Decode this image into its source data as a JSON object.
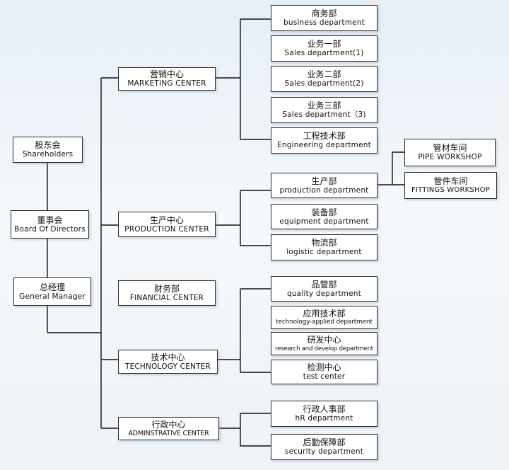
{
  "nodes": {
    "shareholders": {
      "zh": "股东会",
      "en": "Shareholders"
    },
    "board": {
      "zh": "董事会",
      "en": "Board  Of  Directors"
    },
    "general_manager": {
      "zh": "总经理",
      "en": "General  Manager"
    },
    "marketing_center": {
      "zh": "营销中心",
      "en": "MARKETING  CENTER"
    },
    "production_center": {
      "zh": "生产中心",
      "en": "PRODUCTION  CENTER"
    },
    "financial_center": {
      "zh": "财务部",
      "en": "FINANCIAL  CENTER"
    },
    "technology_center": {
      "zh": "技术中心",
      "en": "TECHNOLOGY  CENTER"
    },
    "administrative_center": {
      "zh": "行政中心",
      "en": "ADMINSTRATIVE  CENTER"
    },
    "business_dept": {
      "zh": "商务部",
      "en": "business  department"
    },
    "sales1": {
      "zh": "业务一部",
      "en": "Sales  department(1)"
    },
    "sales2": {
      "zh": "业务二部",
      "en": "Sales  department(2)"
    },
    "sales3": {
      "zh": "业务三部",
      "en": "Sales  department（3)"
    },
    "engineering": {
      "zh": "工程技术部",
      "en": "Engineering  department"
    },
    "production_dept": {
      "zh": "生产部",
      "en": "production  department"
    },
    "equipment": {
      "zh": "装备部",
      "en": "equipment  department"
    },
    "logistic": {
      "zh": "物流部",
      "en": "logistic  department"
    },
    "pipe_workshop": {
      "zh": "管材车间",
      "en": "PIPE  WORKSHOP"
    },
    "fittings_workshop": {
      "zh": "管件车间",
      "en": "FITTINGS  WORKSHOP"
    },
    "quality": {
      "zh": "品管部",
      "en": "quality  department"
    },
    "tech_applied": {
      "zh": "应用技术部",
      "en": "technology-applied  department"
    },
    "research": {
      "zh": "研发中心",
      "en": "research  and  develop  department"
    },
    "test_center": {
      "zh": "检测中心",
      "en": "test  center"
    },
    "hr": {
      "zh": "行政人事部",
      "en": "hR  department"
    },
    "security": {
      "zh": "后勤保障部",
      "en": "security  department"
    }
  }
}
